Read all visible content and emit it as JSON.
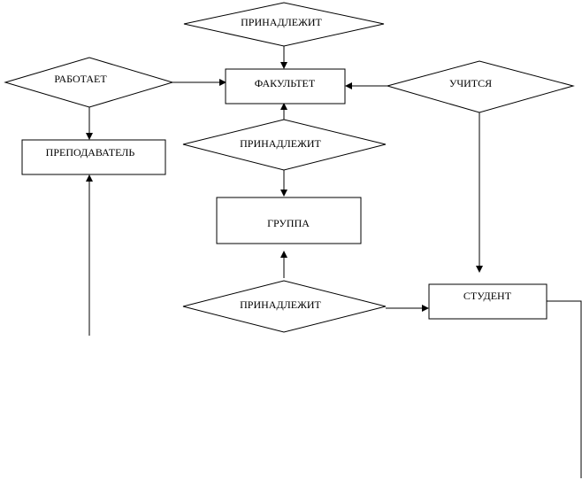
{
  "entities": {
    "faculty": "ФАКУЛЬТЕТ",
    "teacher": "ПРЕПОДАВАТЕЛЬ",
    "group": "ГРУППА",
    "student": "СТУДЕНТ"
  },
  "relationships": {
    "top_belongs": "ПРИНАДЛЕЖИТ",
    "works": "РАБОТАЕТ",
    "studies": "УЧИТСЯ",
    "middle_belongs": "ПРИНАДЛЕЖИТ",
    "bottom_belongs": "ПРИНАДЛЕЖИТ"
  }
}
